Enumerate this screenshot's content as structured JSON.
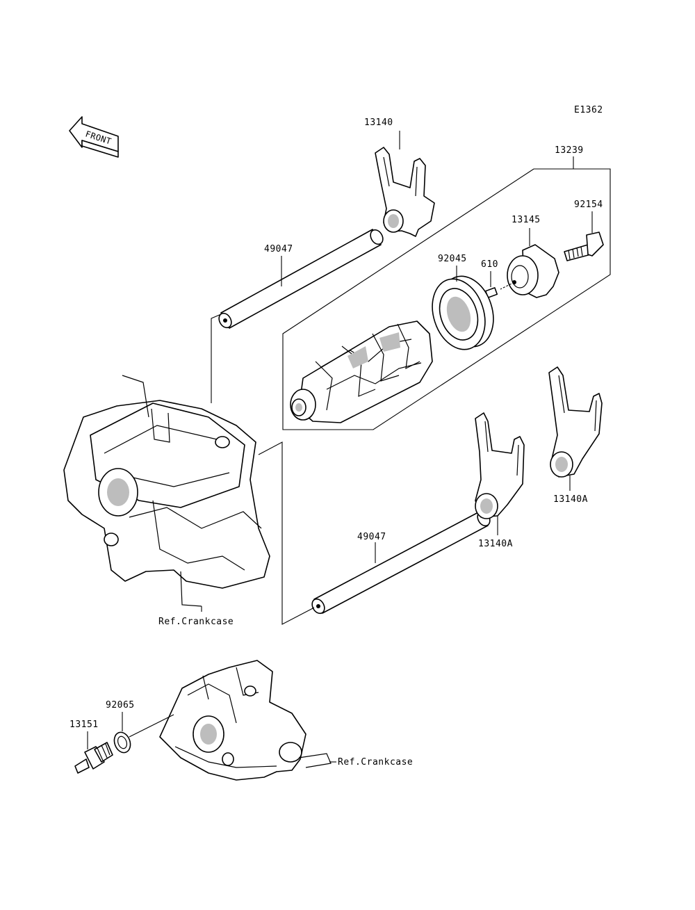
{
  "figure_code": "E1362",
  "front_label": "FRONT",
  "parts": {
    "shift_fork_top": "13140",
    "shift_drum_assy": "13239",
    "bolt": "92154",
    "drum_cam": "13145",
    "bearing": "92045",
    "pin": "610",
    "fork_shaft_upper": "49047",
    "fork_shaft_lower": "49047",
    "shift_fork_right": "13140A",
    "shift_fork_middle": "13140A",
    "neutral_switch": "13151",
    "washer": "92065"
  },
  "refs": {
    "crankcase_upper": "Ref.Crankcase",
    "crankcase_lower": "Ref.Crankcase"
  }
}
